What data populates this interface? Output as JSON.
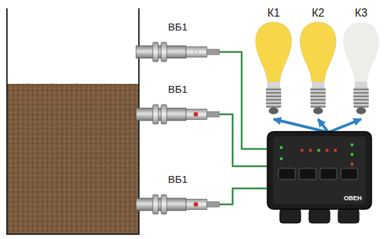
{
  "diagram": {
    "nodes": [
      {
        "text": [
          "ВБ1"
        ]
      },
      {
        "text": [
          "К1"
        ]
      },
      {
        "text": [
          "К2"
        ]
      },
      {
        "text": [
          "К3"
        ]
      },
      {
        "text": [
          "ВБ1"
        ]
      },
      {
        "text": [
          "ОВЕН"
        ]
      },
      {
        "text": [
          "ВБ1"
        ]
      }
    ],
    "edges": [
      {
        "from": 0,
        "to": 5,
        "arrow": "none"
      },
      {
        "from": 4,
        "to": 5,
        "arrow": "none"
      },
      {
        "from": 6,
        "to": 5,
        "arrow": "none"
      },
      {
        "from": 5,
        "to": 1,
        "arrow": "to"
      },
      {
        "from": 5,
        "to": 2,
        "arrow": "to"
      },
      {
        "from": 5,
        "to": 3,
        "arrow": "to"
      }
    ]
  }
}
